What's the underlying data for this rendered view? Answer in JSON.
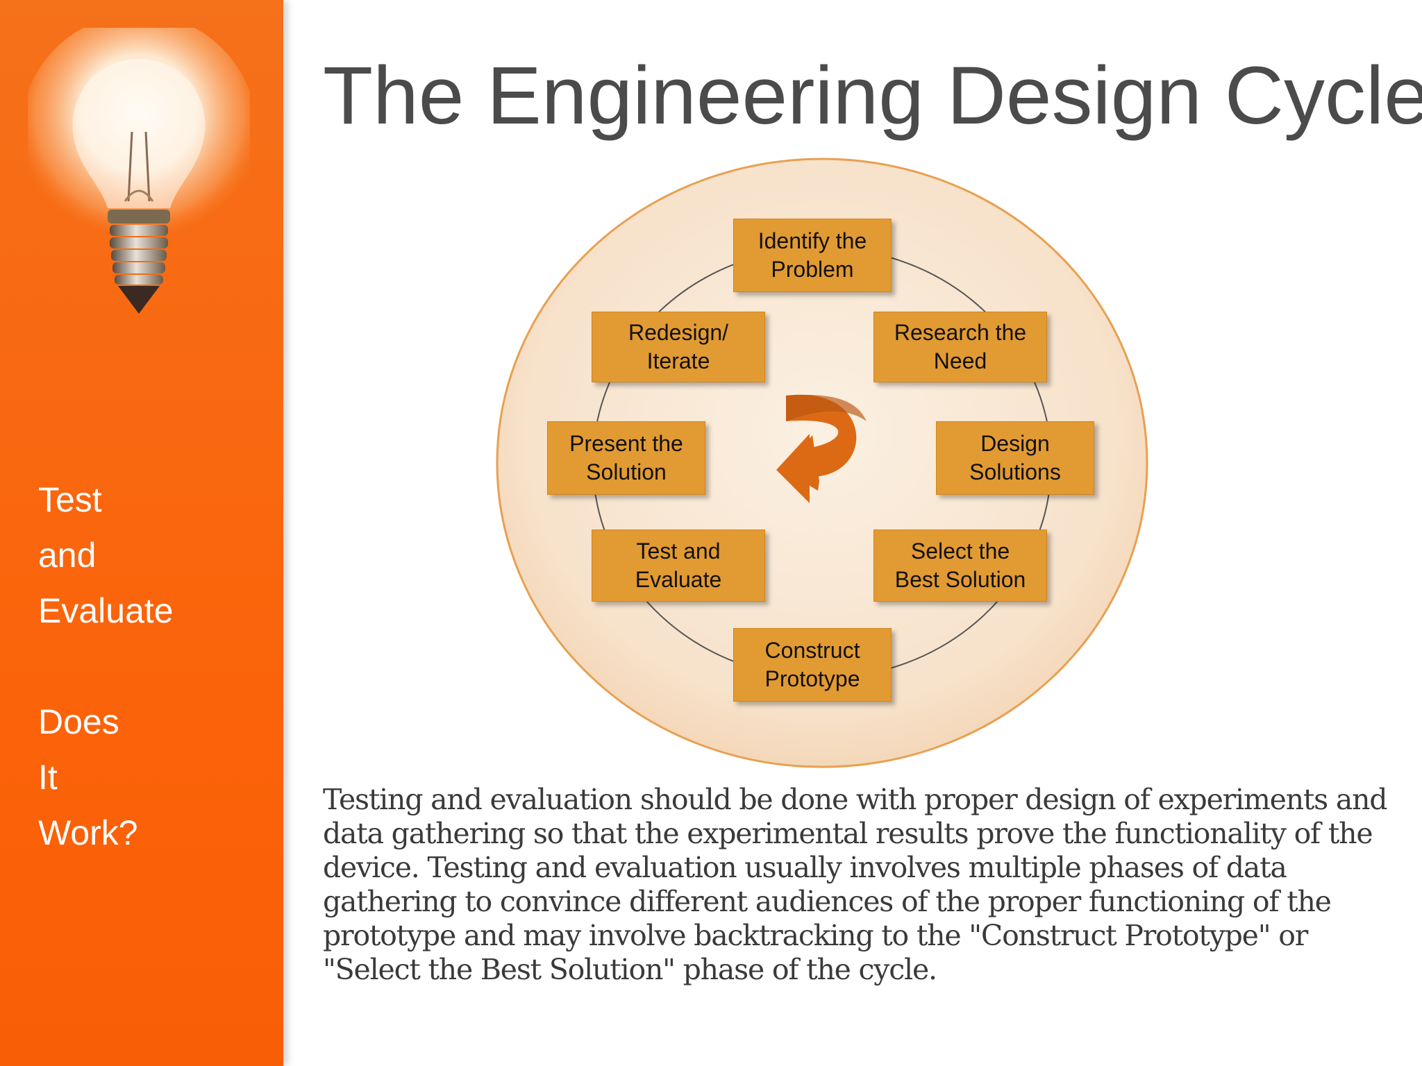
{
  "slide": {
    "title": "The Engineering Design Cycle",
    "sidebar": {
      "lines": [
        "Test",
        "and",
        "Evaluate",
        "",
        "Does",
        "It",
        "Work?"
      ]
    },
    "body": "Testing and evaluation should be done with proper design of experiments and data gathering so that the experimental results prove the functionality of the device.   Testing and evaluation usually involves multiple phases of data gathering to convince different audiences of the proper functioning of the prototype and may involve backtracking to the \"Construct Prototype\" or \"Select the Best Solution\" phase of the cycle."
  },
  "cycle": {
    "steps": [
      {
        "line1": "Identify the",
        "line2": "Problem"
      },
      {
        "line1": "Research the",
        "line2": "Need"
      },
      {
        "line1": "Design",
        "line2": "Solutions"
      },
      {
        "line1": "Select the",
        "line2": "Best Solution"
      },
      {
        "line1": "Construct",
        "line2": "Prototype"
      },
      {
        "line1": "Test and",
        "line2": "Evaluate"
      },
      {
        "line1": "Present the",
        "line2": "Solution"
      },
      {
        "line1": "Redesign/",
        "line2": "Iterate"
      }
    ]
  },
  "colors": {
    "sidebar": "#f86a12",
    "box": "#e29a32",
    "circle_fill": "#f8e3cc",
    "circle_stroke": "#e8a050",
    "arrow": "#dc6a14",
    "title": "#4a4b4a"
  },
  "icons": {
    "bulb": "light-bulb-icon",
    "arrow": "cycle-arrow-icon"
  }
}
